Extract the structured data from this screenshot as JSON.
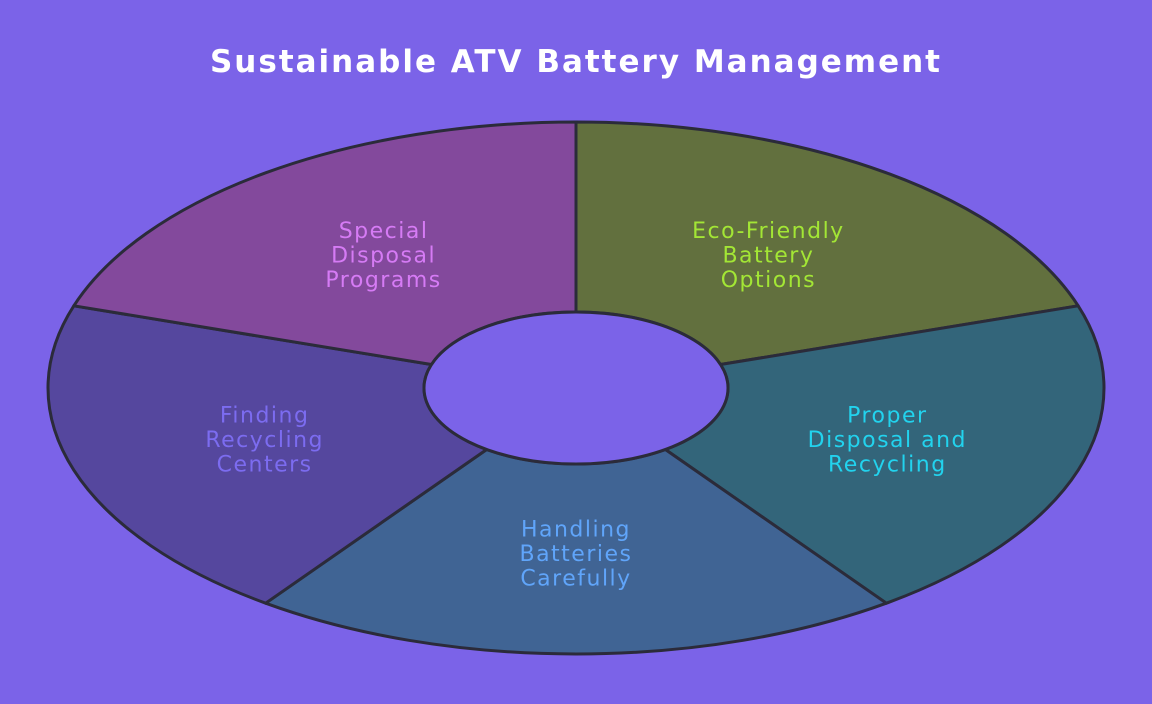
{
  "title": "Sustainable ATV Battery Management",
  "center_fill": "#7b63e8",
  "stroke": "#2b2b3a",
  "segments": [
    {
      "lines": [
        "Eco-Friendly",
        "Battery",
        "Options"
      ],
      "fill": "#62703e",
      "text_color": "#a3e635"
    },
    {
      "lines": [
        "Proper",
        "Disposal and",
        "Recycling"
      ],
      "fill": "#33657a",
      "text_color": "#22d3ee"
    },
    {
      "lines": [
        "Handling",
        "Batteries",
        "Carefully"
      ],
      "fill": "#406494",
      "text_color": "#60a5fa"
    },
    {
      "lines": [
        "Finding",
        "Recycling",
        "Centers"
      ],
      "fill": "#55479e",
      "text_color": "#7c6cf0"
    },
    {
      "lines": [
        "Special",
        "Disposal",
        "Programs"
      ],
      "fill": "#83499c",
      "text_color": "#d67bf5"
    }
  ]
}
